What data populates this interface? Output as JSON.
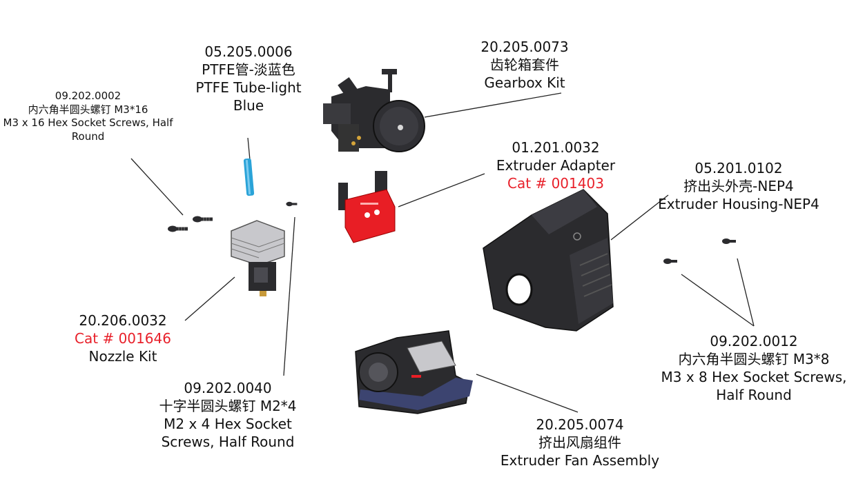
{
  "colors": {
    "catalog_red": "#e8202a",
    "part_dark": "#2b2b2e",
    "adapter_red": "#e81e25",
    "ptfe_blue": "#2aa3d8",
    "heatsink_gray": "#c8c8cc",
    "fan_base_navy": "#3c4470"
  },
  "parts": {
    "ptfe": {
      "part_no": "05.205.0006",
      "name_cn": "PTFE管-淡蓝色",
      "name_en_1": "PTFE Tube-light",
      "name_en_2": "Blue"
    },
    "gearbox": {
      "part_no": "20.205.0073",
      "name_cn": "齿轮箱套件",
      "name_en": "Gearbox Kit"
    },
    "screw_m3x16": {
      "part_no": "09.202.0002",
      "name_cn": "内六角半圆头螺钉 M3*16",
      "name_en_1": "M3 x 16 Hex Socket Screws, Half",
      "name_en_2": "Round"
    },
    "adapter": {
      "part_no": "01.201.0032",
      "name_en": "Extruder Adapter",
      "cat": "Cat # 001403"
    },
    "housing": {
      "part_no": "05.201.0102",
      "name_cn": "挤出头外壳-NEP4",
      "name_en": "Extruder Housing-NEP4"
    },
    "nozzle": {
      "part_no": "20.206.0032",
      "cat": "Cat # 001646",
      "name_en": "Nozzle Kit"
    },
    "screw_m3x8": {
      "part_no": "09.202.0012",
      "name_cn": "内六角半圆头螺钉 M3*8",
      "name_en_1": "M3 x 8 Hex Socket Screws,",
      "name_en_2": "Half Round"
    },
    "screw_m2x4": {
      "part_no": "09.202.0040",
      "name_cn": "十字半圆头螺钉 M2*4",
      "name_en_1": "M2 x 4 Hex Socket",
      "name_en_2": "Screws, Half Round"
    },
    "fan": {
      "part_no": "20.205.0074",
      "name_cn": "挤出风扇组件",
      "name_en": "Extruder Fan Assembly"
    }
  }
}
